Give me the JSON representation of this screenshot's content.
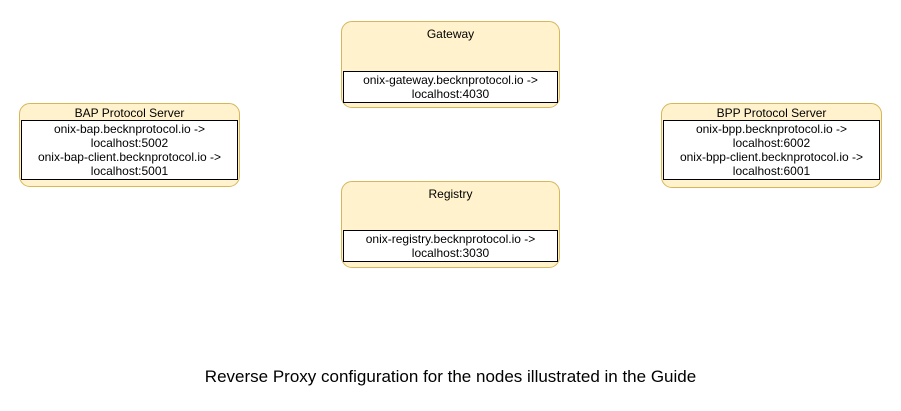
{
  "diagram": {
    "colors": {
      "canvas_bg": "#ffffff",
      "node_fill": "#FFF2CC",
      "node_border": "#D6B656",
      "mapping_fill": "#ffffff",
      "mapping_border": "#000000",
      "text": "#000000"
    },
    "nodes": [
      {
        "id": "gateway",
        "title": "Gateway",
        "lines": [
          "onix-gateway.becknprotocol.io ->",
          "localhost:4030"
        ]
      },
      {
        "id": "bap-protocol-server",
        "title": "BAP Protocol Server",
        "lines": [
          "onix-bap.becknprotocol.io ->",
          "localhost:5002",
          "onix-bap-client.becknprotocol.io ->",
          "localhost:5001"
        ]
      },
      {
        "id": "bpp-protocol-server",
        "title": "BPP Protocol Server",
        "lines": [
          "onix-bpp.becknprotocol.io ->",
          "localhost:6002",
          "onix-bpp-client.becknprotocol.io ->",
          "localhost:6001"
        ]
      },
      {
        "id": "registry",
        "title": "Registry",
        "lines": [
          "onix-registry.becknprotocol.io ->",
          "localhost:3030"
        ]
      }
    ],
    "caption": "Reverse Proxy configuration for the nodes illustrated in the Guide"
  }
}
